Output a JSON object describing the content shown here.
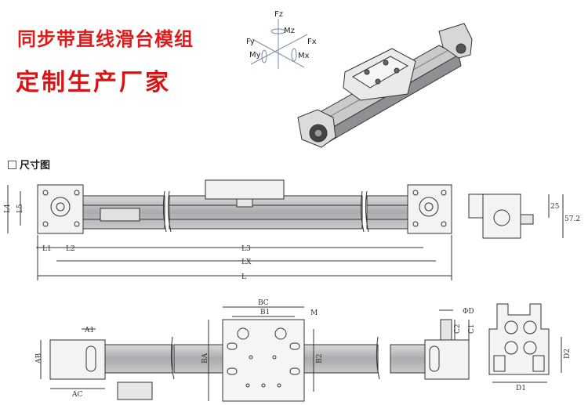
{
  "header": {
    "title_line1": "同步带直线滑台模组",
    "title_line2": "定制生产厂家"
  },
  "section": {
    "label": "尺寸图"
  },
  "axes": {
    "fz": "Fz",
    "mz": "Mz",
    "fy": "Fy",
    "fx": "Fx",
    "my": "My",
    "mx": "Mx"
  },
  "dims_top": {
    "l4": "L4",
    "l5": "L5",
    "l1": "L1",
    "l2": "L2",
    "l3": "L3",
    "lx": "LX",
    "l": "L",
    "d25": "25",
    "d572": "57.2"
  },
  "dims_bottom": {
    "a1": "A1",
    "ab": "AB",
    "ac": "AC",
    "bc": "BC",
    "b1": "B1",
    "m": "M",
    "ba": "BA",
    "b2": "B2",
    "phid": "ΦD",
    "c2": "C2",
    "c1": "C1",
    "d1": "D1",
    "d2": "D2"
  },
  "colors": {
    "title": "#e11b1b",
    "line": "#333333",
    "rail": "#b9bcc0"
  }
}
